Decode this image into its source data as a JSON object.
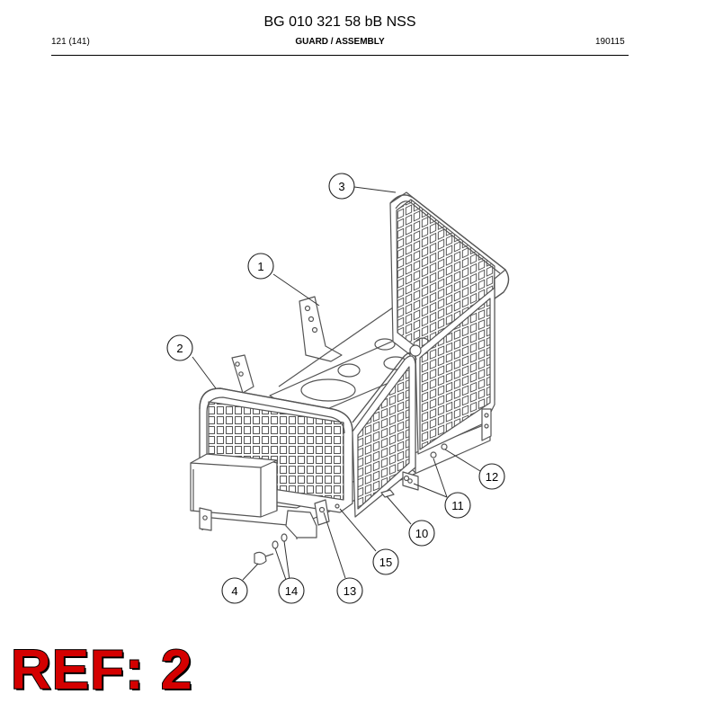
{
  "header": {
    "doc_title": "BG 010 321 58 bB NSS",
    "page_number": "121 (141)",
    "section_title": "GUARD / ASSEMBLY",
    "date_code": "190115"
  },
  "callouts": [
    {
      "id": "c1",
      "label": "1"
    },
    {
      "id": "c2",
      "label": "2"
    },
    {
      "id": "c3",
      "label": "3"
    },
    {
      "id": "c4",
      "label": "4"
    },
    {
      "id": "c10",
      "label": "10"
    },
    {
      "id": "c11",
      "label": "11"
    },
    {
      "id": "c12",
      "label": "12"
    },
    {
      "id": "c13",
      "label": "13"
    },
    {
      "id": "c14",
      "label": "14"
    },
    {
      "id": "c15",
      "label": "15"
    }
  ],
  "ref_stamp": "REF: 2",
  "colors": {
    "ref_red": "#d40000",
    "line": "#555555"
  }
}
